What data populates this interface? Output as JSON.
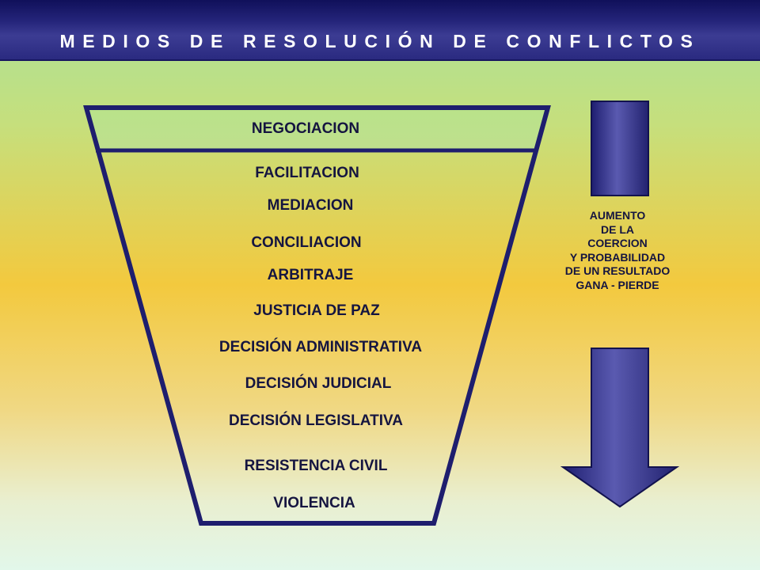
{
  "title": "MEDIOS DE RESOLUCIÓN DE CONFLICTOS",
  "levels": [
    "NEGOCIACION",
    "FACILITACION",
    "MEDIACION",
    "CONCILIACION",
    "ARBITRAJE",
    "JUSTICIA DE PAZ",
    "DECISIÓN ADMINISTRATIVA",
    "DECISIÓN JUDICIAL",
    "DECISIÓN LEGISLATIVA",
    "RESISTENCIA CIVIL",
    "VIOLENCIA"
  ],
  "arrow_label": [
    "AUMENTO",
    "DE LA",
    "COERCION",
    "Y PROBABILIDAD",
    "DE UN RESULTADO",
    "GANA - PIERDE"
  ],
  "colors": {
    "header": "#24247a",
    "funnel_outline": "#1e1e6e",
    "arrow_fill": "#3a3a8c"
  }
}
